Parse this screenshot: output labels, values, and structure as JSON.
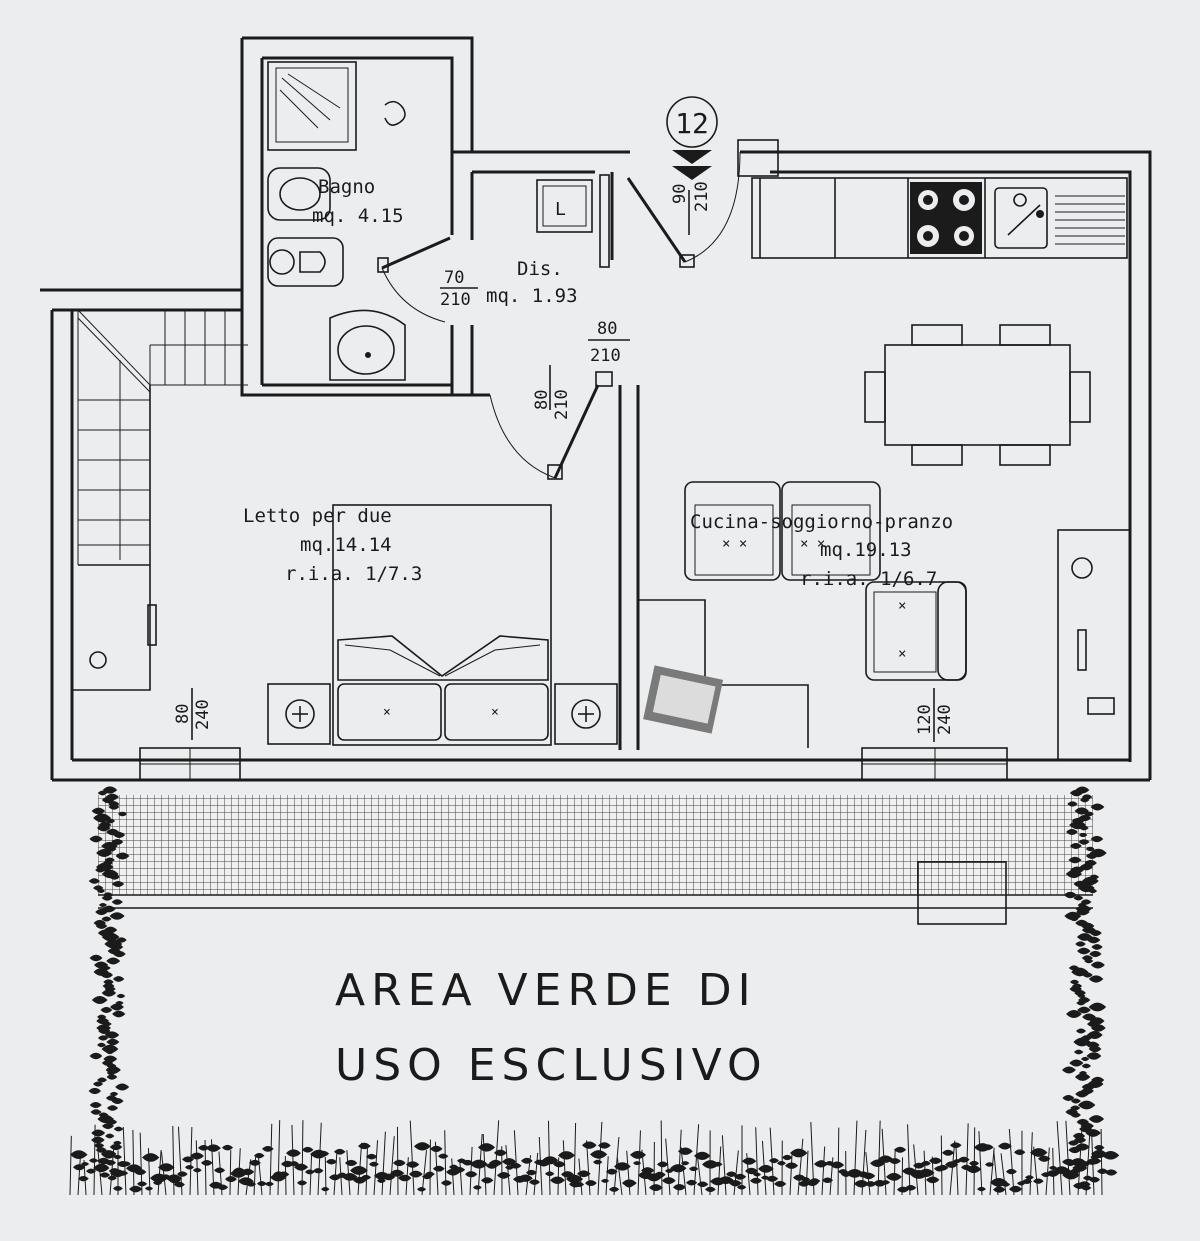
{
  "unit_number": "12",
  "rooms": {
    "bagno": {
      "name": "Bagno",
      "area": "mq. 4.15"
    },
    "disimpegno": {
      "name": "Dis.",
      "area": "mq. 1.93"
    },
    "letto": {
      "name": "Letto per due",
      "area": "mq.14.14",
      "ratio": "r.i.a. 1/7.3"
    },
    "cucina": {
      "name": "Cucina-soggiorno-pranzo",
      "area": "mq.19.13",
      "ratio": "r.i.a. 1/6.7"
    }
  },
  "doors": {
    "entrance": {
      "w": "90",
      "h": "210"
    },
    "bagno": {
      "w": "70",
      "h": "210"
    },
    "dis": {
      "w": "80",
      "h": "210"
    },
    "letto": {
      "w": "80",
      "h": "210"
    }
  },
  "windows": {
    "letto": {
      "w": "80",
      "h": "240"
    },
    "cucina": {
      "w": "120",
      "h": "240"
    }
  },
  "garden": {
    "line1": "AREA VERDE DI",
    "line2": "USO ESCLUSIVO"
  },
  "fixtures": {
    "laundry_mark": "L"
  }
}
